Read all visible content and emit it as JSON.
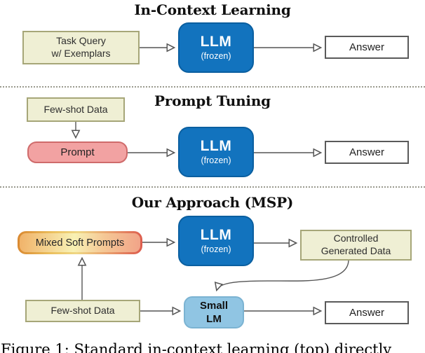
{
  "palette": {
    "llm_blue": "#1273BE",
    "llm_blue_border": "#0A5FA0",
    "tan_fill": "#EFEFD4",
    "tan_border": "#A6A678",
    "prompt_pink": "#F2A2A2",
    "prompt_pink_border": "#CF6B6B",
    "small_lm_blue": "#90C5E3",
    "msp_gradient": [
      "#D9872F",
      "#F8F1B4",
      "#DC5A4C"
    ],
    "arrow_gray": "#555555"
  },
  "sections": [
    {
      "title": "In-Context Learning",
      "nodes": {
        "input": {
          "label": "Task Query\nw/ Exemplars"
        },
        "llm": {
          "label": "LLM",
          "sublabel": "(frozen)"
        },
        "answer": {
          "label": "Answer"
        }
      }
    },
    {
      "title": "Prompt Tuning",
      "nodes": {
        "fewshot": {
          "label": "Few-shot Data"
        },
        "prompt": {
          "label": "Prompt"
        },
        "llm": {
          "label": "LLM",
          "sublabel": "(frozen)"
        },
        "answer": {
          "label": "Answer"
        }
      }
    },
    {
      "title": "Our Approach (MSP)",
      "nodes": {
        "mixed": {
          "label": "Mixed Soft Prompts"
        },
        "llm": {
          "label": "LLM",
          "sublabel": "(frozen)"
        },
        "cgd": {
          "label": "Controlled\nGenerated Data"
        },
        "fewshot": {
          "label": "Few-shot Data"
        },
        "small_lm": {
          "label": "Small\nLM"
        },
        "answer": {
          "label": "Answer"
        }
      }
    }
  ],
  "caption": "Figure 1: Standard in-context learning (top) directly"
}
